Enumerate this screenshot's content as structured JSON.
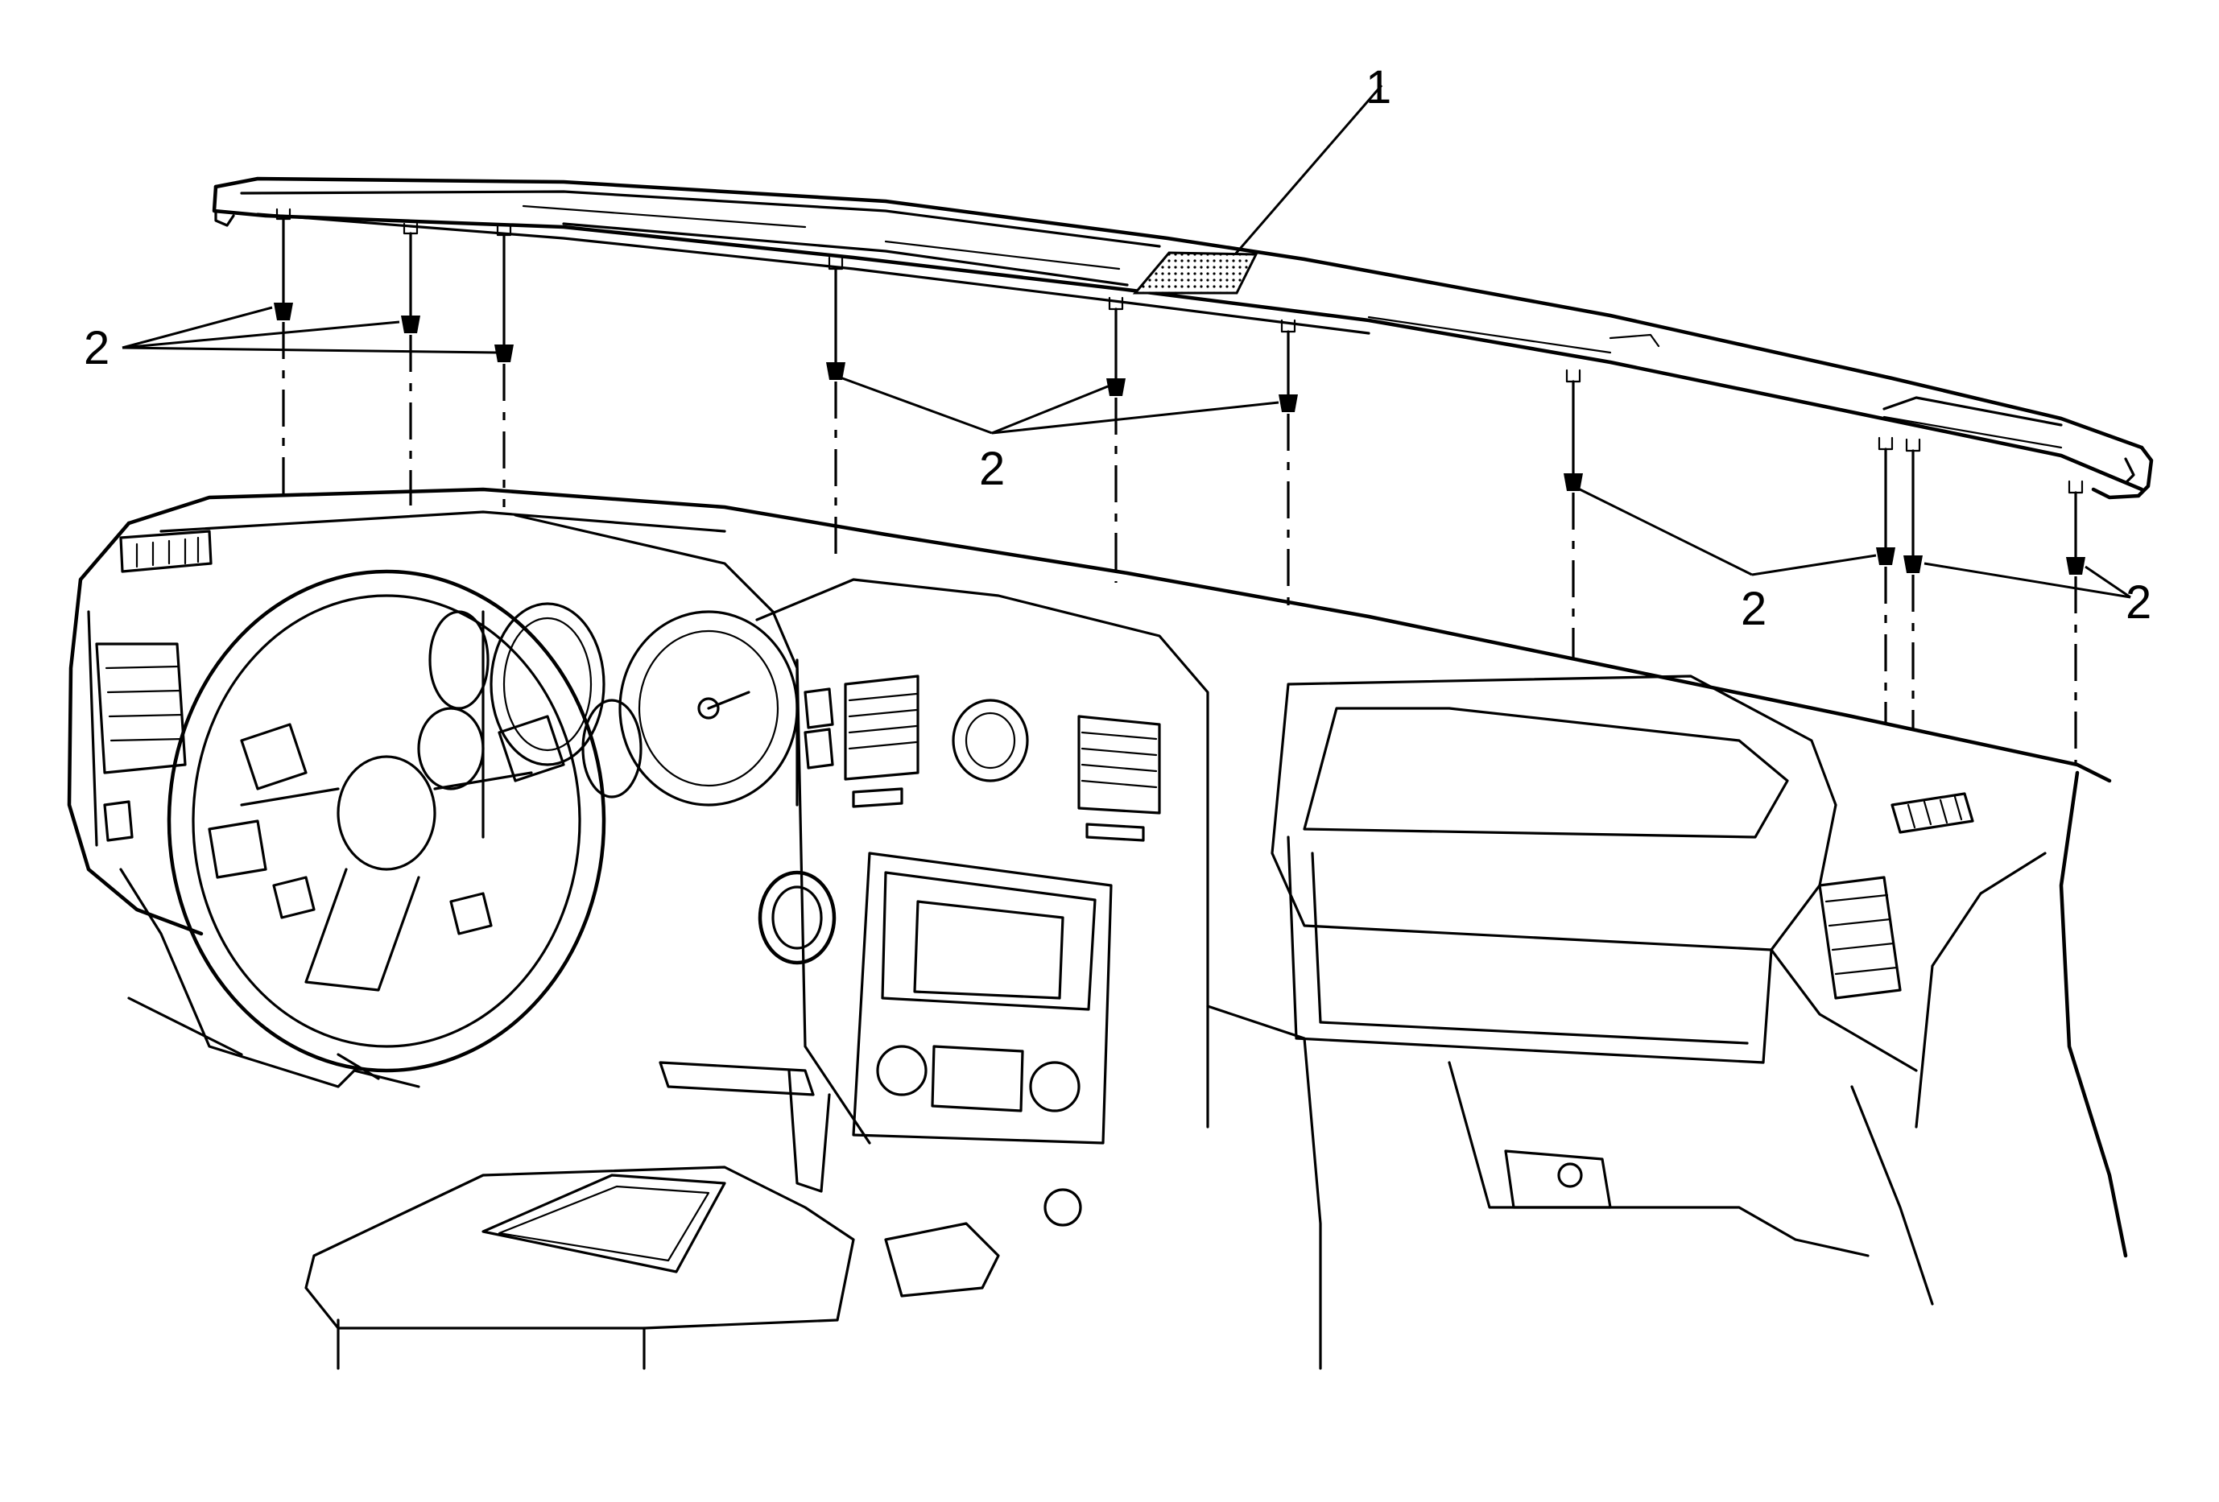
{
  "callouts": {
    "part_1": "1",
    "fastener_group_left": "2",
    "fastener_group_center": "2",
    "fastener_group_right_a": "2",
    "fastener_group_right_b": "2"
  },
  "icons": [
    "upper-trim-panel",
    "retainer-clip",
    "instrument-panel",
    "steering-wheel"
  ]
}
